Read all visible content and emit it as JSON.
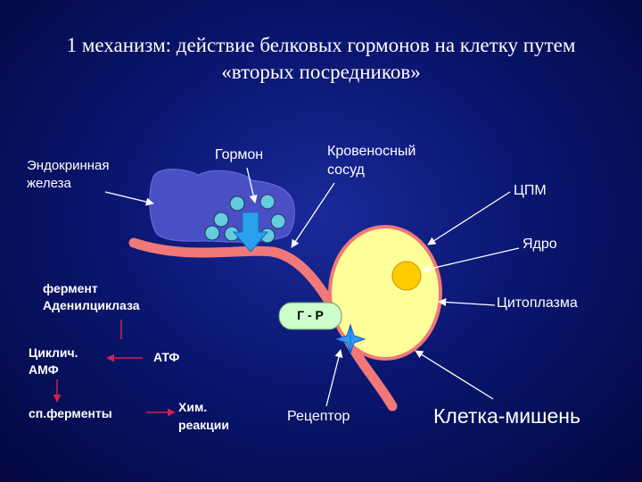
{
  "title": "1 механизм: действие белковых гормонов на клетку путем «вторых посредников»",
  "labels": {
    "endocrine_gland": "Эндокринная\nжелеза",
    "hormone": "Гормон",
    "blood_vessel": "Кровеносный\nсосуд",
    "cpm": "ЦПМ",
    "nucleus": "Ядро",
    "cytoplasm": "Цитоплазма",
    "enzyme": "фермент\nАденилциклаза",
    "g_p": "Г - Р",
    "camp": "Циклич.\nАМФ",
    "atp": "АТФ",
    "enzymes": "сп.ферменты",
    "chem_reactions": "Хим.\nреакции",
    "receptor": "Рецептор",
    "target_cell": "Клетка-мишень"
  },
  "colors": {
    "gland": "#4a4fc4",
    "hormone_dot": "#66ccdd",
    "vessel": "#f07878",
    "cell": "#ffff99",
    "nucleus": "#ffcc00",
    "gp_box": "#ccffcc",
    "arrow_red": "#d02050",
    "arrow_blue": "#2aa0ee"
  }
}
